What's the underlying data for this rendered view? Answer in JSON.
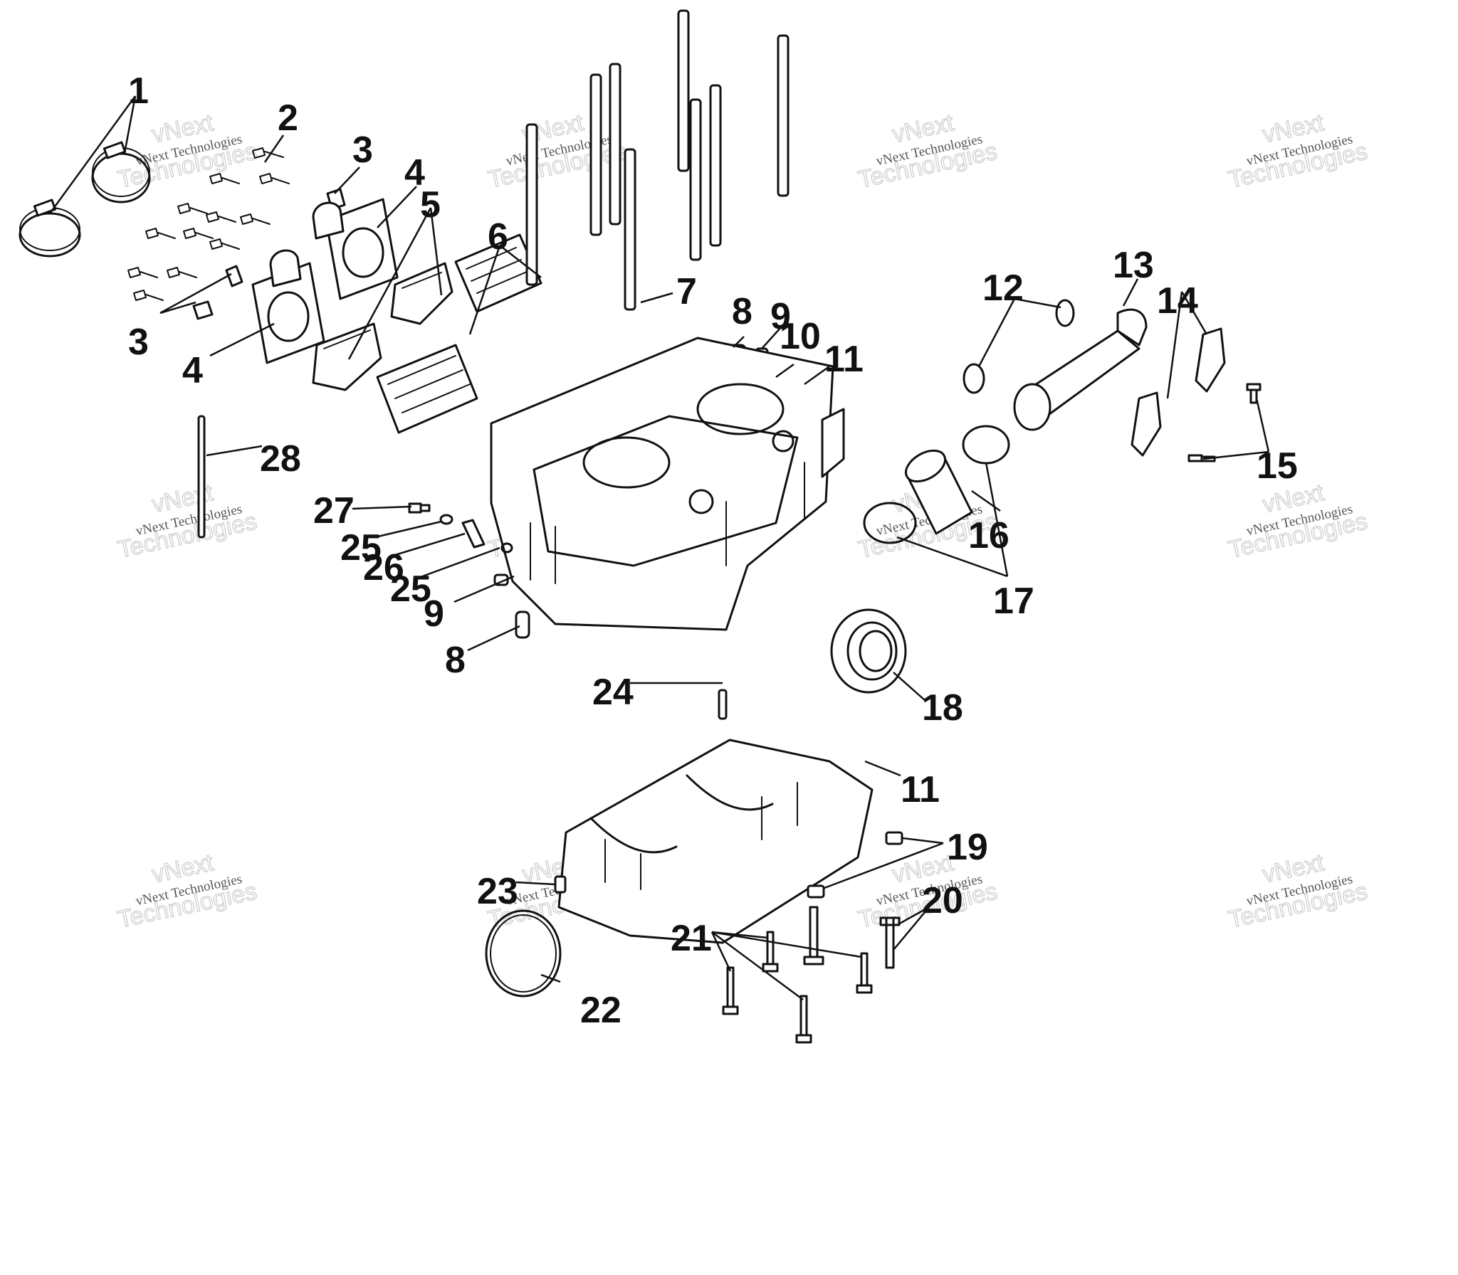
{
  "watermark": {
    "line1": "vNext",
    "line2": "vNext Technologies",
    "line3": "Technologies"
  },
  "callouts": [
    "1",
    "2",
    "3",
    "3",
    "4",
    "4",
    "5",
    "6",
    "7",
    "8",
    "9",
    "10",
    "11",
    "12",
    "13",
    "14",
    "15",
    "28",
    "27",
    "25",
    "26",
    "25",
    "9",
    "16",
    "17",
    "8",
    "24",
    "18",
    "11",
    "19",
    "20",
    "23",
    "21",
    "22"
  ]
}
